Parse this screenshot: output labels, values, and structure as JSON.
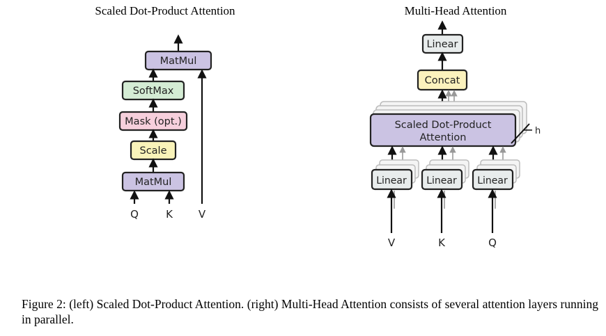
{
  "left": {
    "title": "Scaled Dot-Product Attention",
    "boxes": {
      "matmul_top": "MatMul",
      "softmax": "SoftMax",
      "mask": "Mask (opt.)",
      "scale": "Scale",
      "matmul_bottom": "MatMul"
    },
    "inputs": {
      "q": "Q",
      "k": "K",
      "v": "V"
    }
  },
  "right": {
    "title": "Multi-Head Attention",
    "boxes": {
      "linear_top": "Linear",
      "concat": "Concat",
      "attention_line1": "Scaled Dot-Product",
      "attention_line2": "Attention",
      "linear_v": "Linear",
      "linear_k": "Linear",
      "linear_q": "Linear"
    },
    "heads_label": "h",
    "inputs": {
      "v": "V",
      "k": "K",
      "q": "Q"
    }
  },
  "colors": {
    "matmul": "#cbc3e3",
    "softmax": "#d4ecd4",
    "mask": "#f6cfdc",
    "scale": "#f9f3b9",
    "linear": "#e8ecec",
    "concat": "#fbf2bd",
    "attention": "#cbc3e3"
  },
  "caption": "Figure 2: (left) Scaled Dot-Product Attention. (right) Multi-Head Attention consists of several attention layers running in parallel."
}
